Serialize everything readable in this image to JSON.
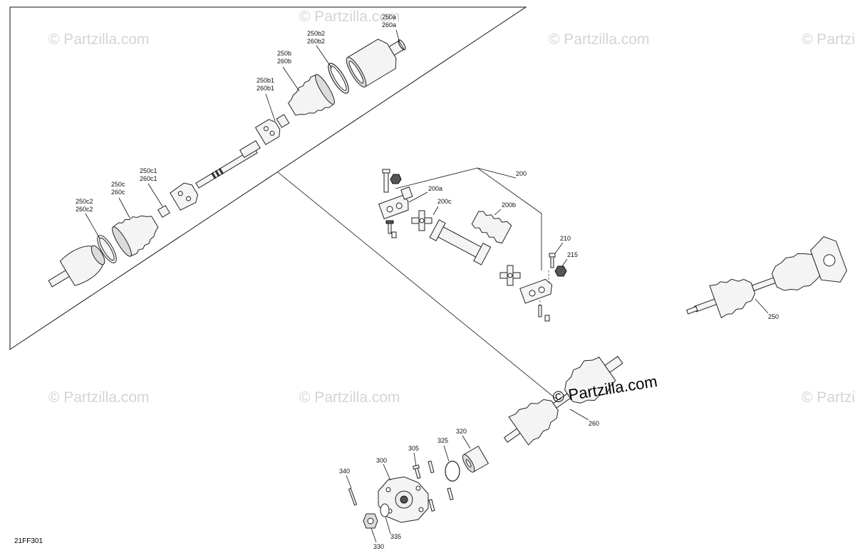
{
  "watermark": "© Partzilla.com",
  "drawing_number": "21FF301",
  "callouts": {
    "c250a": [
      "250a",
      "260a"
    ],
    "c250b2": [
      "250b2",
      "260b2"
    ],
    "c250b": [
      "250b",
      "260b"
    ],
    "c250b1": [
      "250b1",
      "260b1"
    ],
    "c250c1": [
      "250c1",
      "260c1"
    ],
    "c250c": [
      "250c",
      "260c"
    ],
    "c250c2": [
      "250c2",
      "260c2"
    ],
    "c200": "200",
    "c200a": "200a",
    "c200b": "200b",
    "c200c": "200c",
    "c210": "210",
    "c215": "215",
    "c250": "250",
    "c260": "260",
    "c300": "300",
    "c305": "305",
    "c320": "320",
    "c325": "325",
    "c330": "330",
    "c335": "335",
    "c340": "340"
  }
}
